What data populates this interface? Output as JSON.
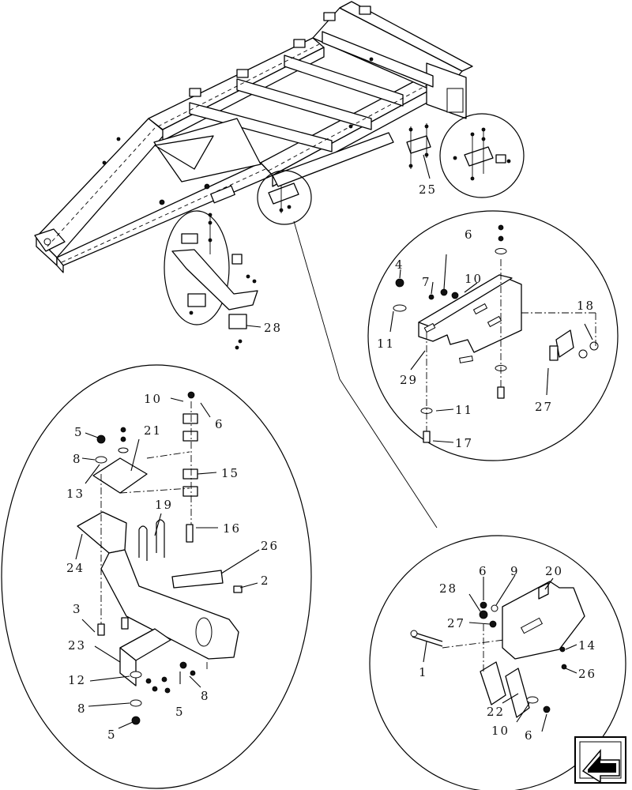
{
  "labels": {
    "c1": [
      "4",
      "6",
      "7",
      "10",
      "11",
      "29",
      "18",
      "27",
      "11",
      "17"
    ],
    "c2": [
      "10",
      "6",
      "5",
      "21",
      "8",
      "13",
      "15",
      "19",
      "16",
      "26",
      "24",
      "2",
      "3",
      "23",
      "12",
      "8",
      "8",
      "5",
      "5"
    ],
    "c3": [
      "6",
      "9",
      "20",
      "28",
      "27",
      "1",
      "14",
      "26",
      "22",
      "10",
      "6"
    ],
    "main": [
      "25",
      "28"
    ]
  },
  "nav": {
    "icon": "next-page-arrow-icon"
  }
}
